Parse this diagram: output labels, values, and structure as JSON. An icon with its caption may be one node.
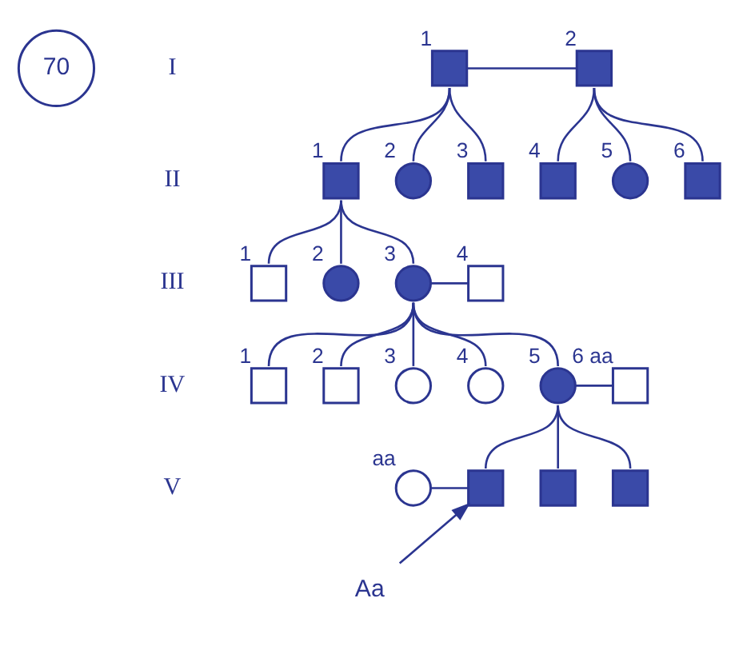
{
  "diagram": {
    "nodes": [
      {
        "text": [],
        "shape": "box",
        "beside": [
          "1"
        ]
      },
      {
        "text": [],
        "shape": "box",
        "beside": [
          "2"
        ]
      },
      {
        "text": [],
        "shape": "box",
        "beside": [
          "1"
        ]
      },
      {
        "text": [],
        "shape": "circle",
        "beside": [
          "2"
        ]
      },
      {
        "text": [],
        "shape": "box",
        "beside": [
          "3"
        ]
      },
      {
        "text": [],
        "shape": "box",
        "beside": [
          "4"
        ]
      },
      {
        "text": [],
        "shape": "circle",
        "beside": [
          "5"
        ]
      },
      {
        "text": [],
        "shape": "box",
        "beside": [
          "6"
        ]
      },
      {
        "text": [],
        "shape": "box",
        "beside": [
          "1"
        ]
      },
      {
        "text": [],
        "shape": "circle",
        "beside": [
          "2"
        ]
      },
      {
        "text": [],
        "shape": "circle",
        "beside": [
          "3"
        ]
      },
      {
        "text": [],
        "shape": "box",
        "beside": [
          "4"
        ]
      },
      {
        "text": [],
        "shape": "box",
        "beside": [
          "1"
        ]
      },
      {
        "text": [],
        "shape": "box",
        "beside": [
          "2"
        ]
      },
      {
        "text": [],
        "shape": "circle",
        "beside": [
          "3"
        ]
      },
      {
        "text": [],
        "shape": "circle",
        "beside": [
          "4"
        ]
      },
      {
        "text": [],
        "shape": "circle",
        "beside": [
          "5"
        ]
      },
      {
        "text": [],
        "shape": "box",
        "beside": [
          "6",
          "aa"
        ]
      },
      {
        "text": [],
        "shape": "circle",
        "beside": [
          "aa"
        ]
      },
      {
        "text": [],
        "shape": "box"
      },
      {
        "text": [],
        "shape": "box"
      },
      {
        "text": [],
        "shape": "box"
      },
      {
        "text": [
          "Aa"
        ]
      },
      {
        "text": [
          "70"
        ]
      }
    ],
    "edges": [
      {
        "from": 0,
        "to": 1,
        "arrow": "none"
      },
      {
        "from": 0,
        "to": 2,
        "arrow": "none"
      },
      {
        "from": 0,
        "to": 3,
        "arrow": "none"
      },
      {
        "from": 0,
        "to": 4,
        "arrow": "none"
      },
      {
        "from": 1,
        "to": 5,
        "arrow": "none"
      },
      {
        "from": 1,
        "to": 6,
        "arrow": "none"
      },
      {
        "from": 1,
        "to": 7,
        "arrow": "none"
      },
      {
        "from": 2,
        "to": 8,
        "arrow": "none"
      },
      {
        "from": 2,
        "to": 9,
        "arrow": "none"
      },
      {
        "from": 2,
        "to": 10,
        "arrow": "none"
      },
      {
        "from": 10,
        "to": 11,
        "arrow": "none"
      },
      {
        "from": 10,
        "to": 12,
        "arrow": "none"
      },
      {
        "from": 10,
        "to": 13,
        "arrow": "none"
      },
      {
        "from": 10,
        "to": 14,
        "arrow": "none"
      },
      {
        "from": 10,
        "to": 15,
        "arrow": "none"
      },
      {
        "from": 10,
        "to": 16,
        "arrow": "none"
      },
      {
        "from": 16,
        "to": 17,
        "arrow": "none"
      },
      {
        "from": 16,
        "to": 19,
        "arrow": "none"
      },
      {
        "from": 16,
        "to": 20,
        "arrow": "none"
      },
      {
        "from": 16,
        "to": 21,
        "arrow": "none"
      },
      {
        "from": 18,
        "to": 19,
        "arrow": "none"
      },
      {
        "from": 22,
        "to": 19,
        "arrow": "to"
      }
    ],
    "labels": [
      "I",
      "II",
      "III",
      "IV",
      "V"
    ]
  }
}
